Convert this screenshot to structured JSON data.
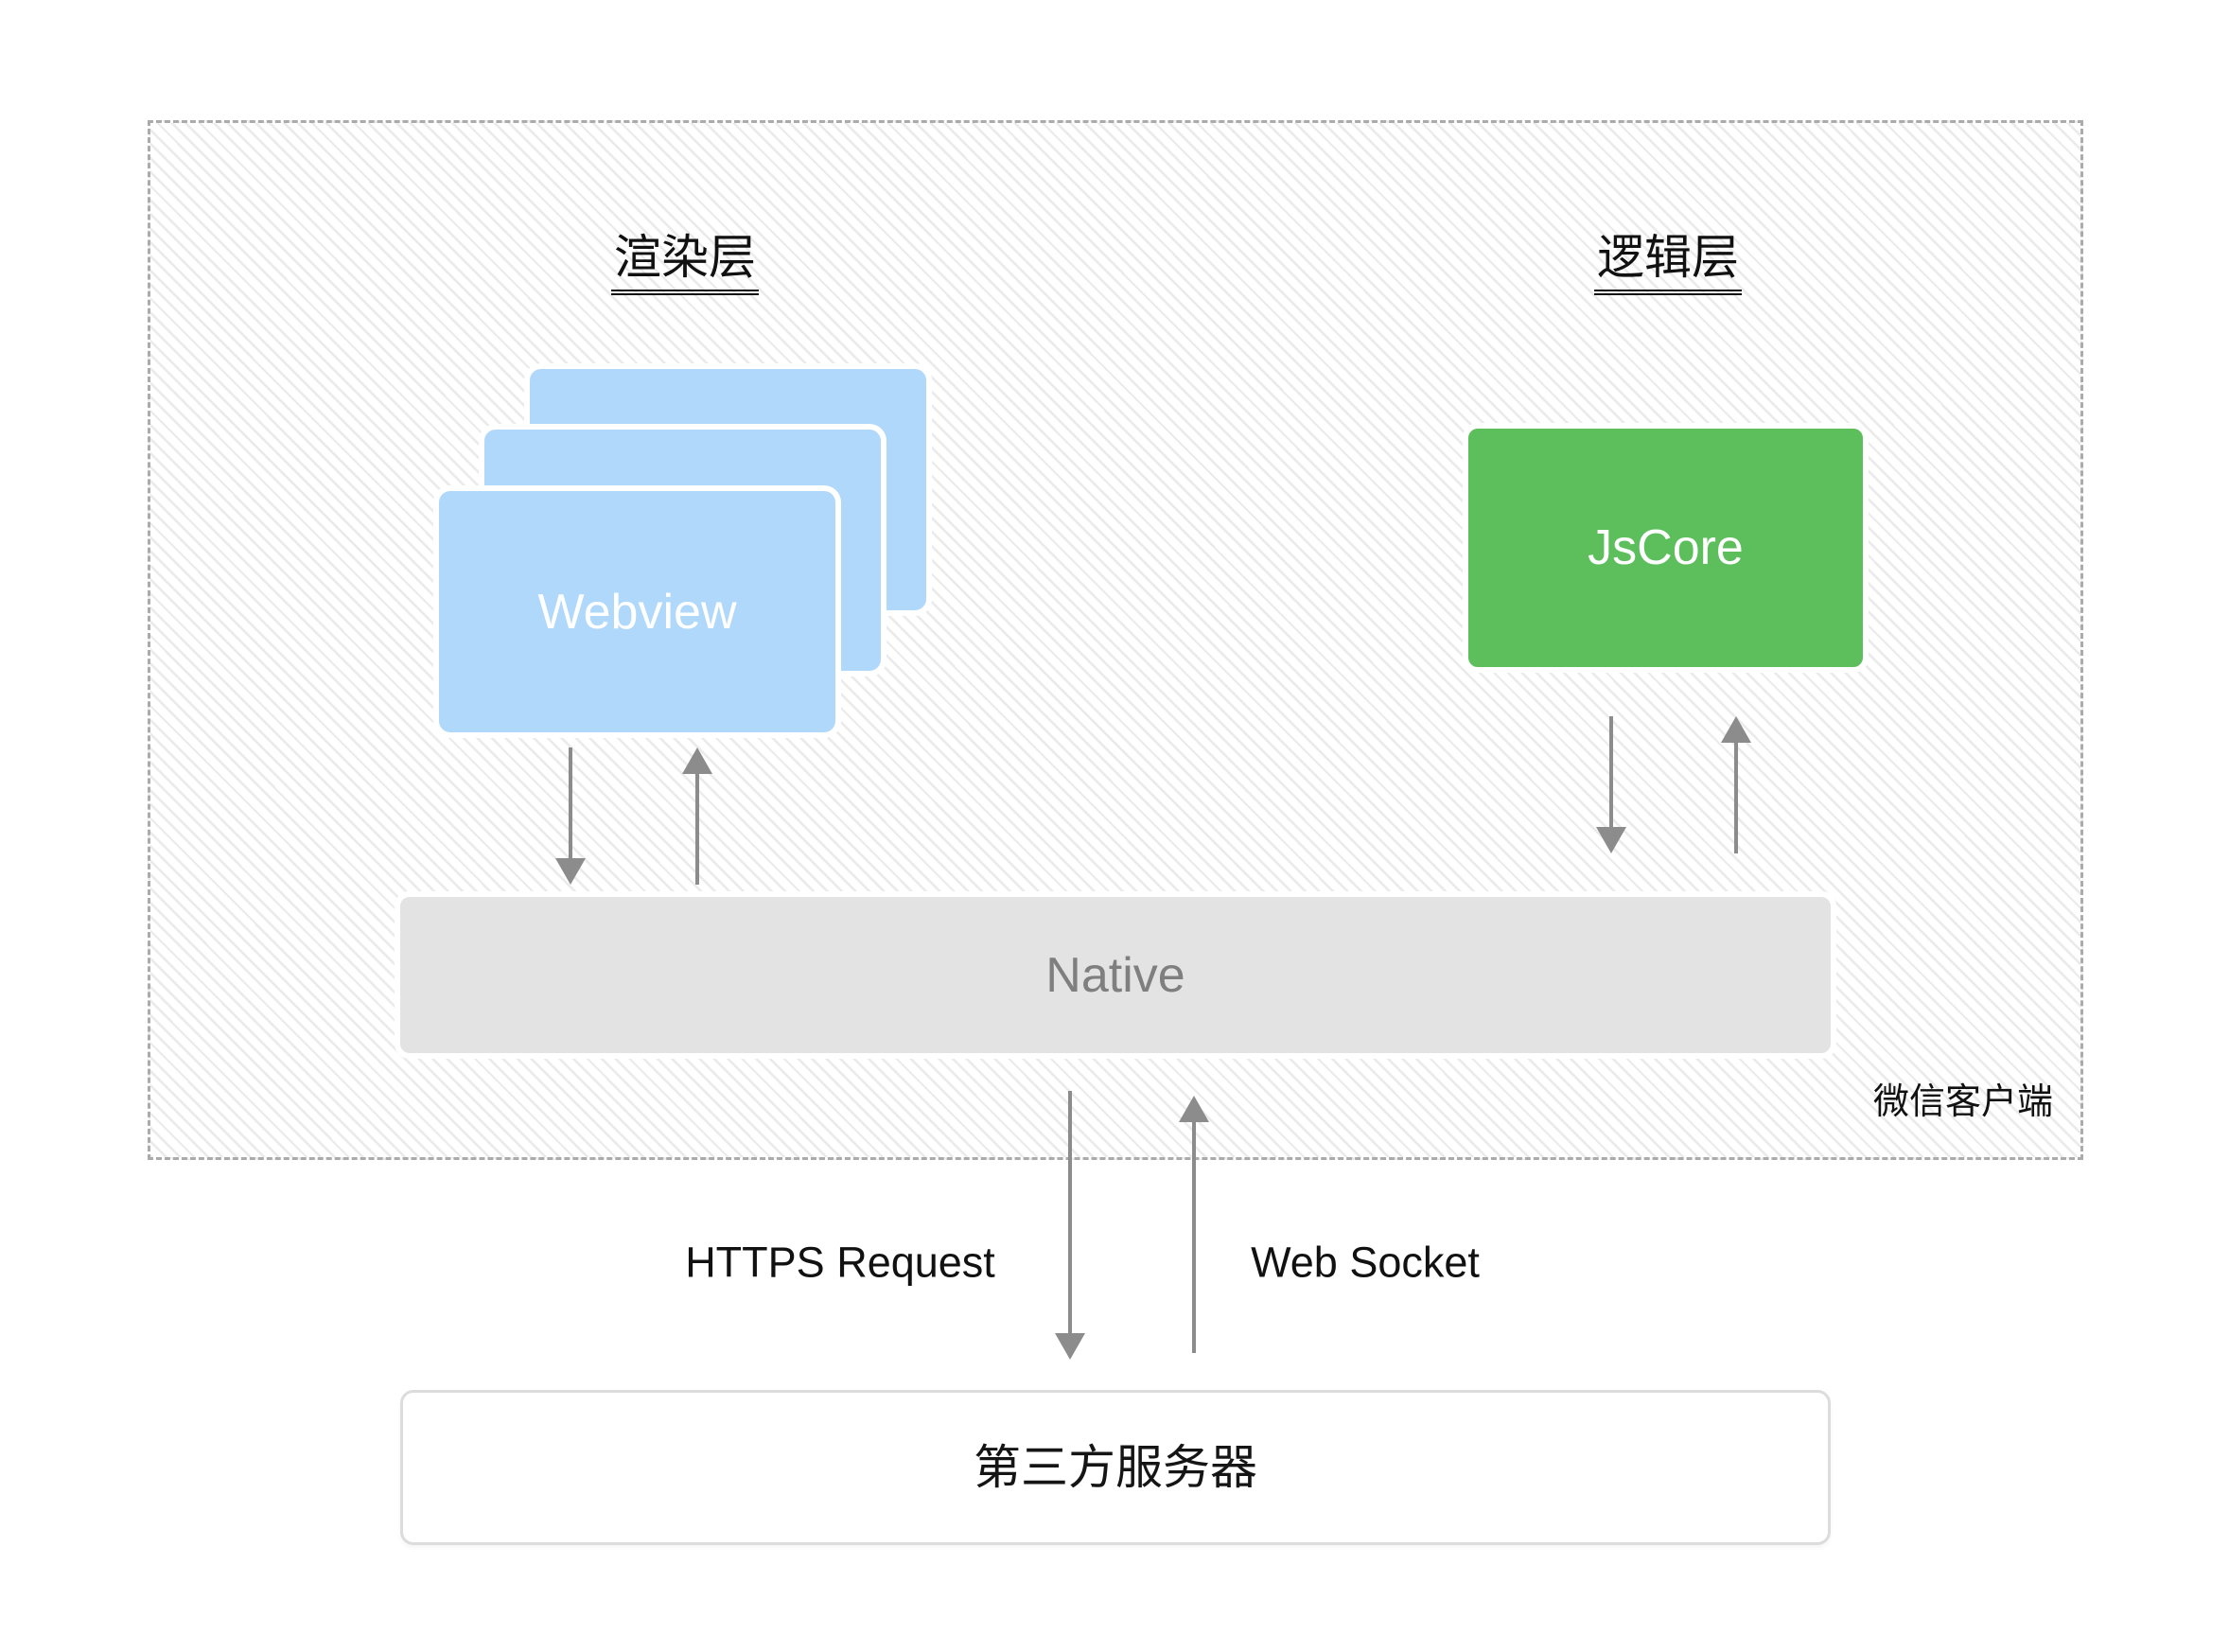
{
  "client": {
    "label": "微信客户端",
    "render_layer": {
      "title": "渲染层",
      "webview": "Webview"
    },
    "logic_layer": {
      "title": "逻辑层",
      "jscore": "JsCore"
    },
    "native": "Native"
  },
  "links": {
    "https": "HTTPS Request",
    "websocket": "Web Socket"
  },
  "server": {
    "label": "第三方服务器"
  },
  "colors": {
    "webview_fill": "#AFD8FB",
    "jscore_fill": "#5CBF5C",
    "native_fill": "#E3E3E3",
    "native_text": "#7F7F7F",
    "arrow": "#8C8C8C",
    "hatch_line": "#EAEAEA",
    "dashed_border": "#ABABAB",
    "server_border": "#DCDCDC",
    "heading_text": "#111111"
  }
}
